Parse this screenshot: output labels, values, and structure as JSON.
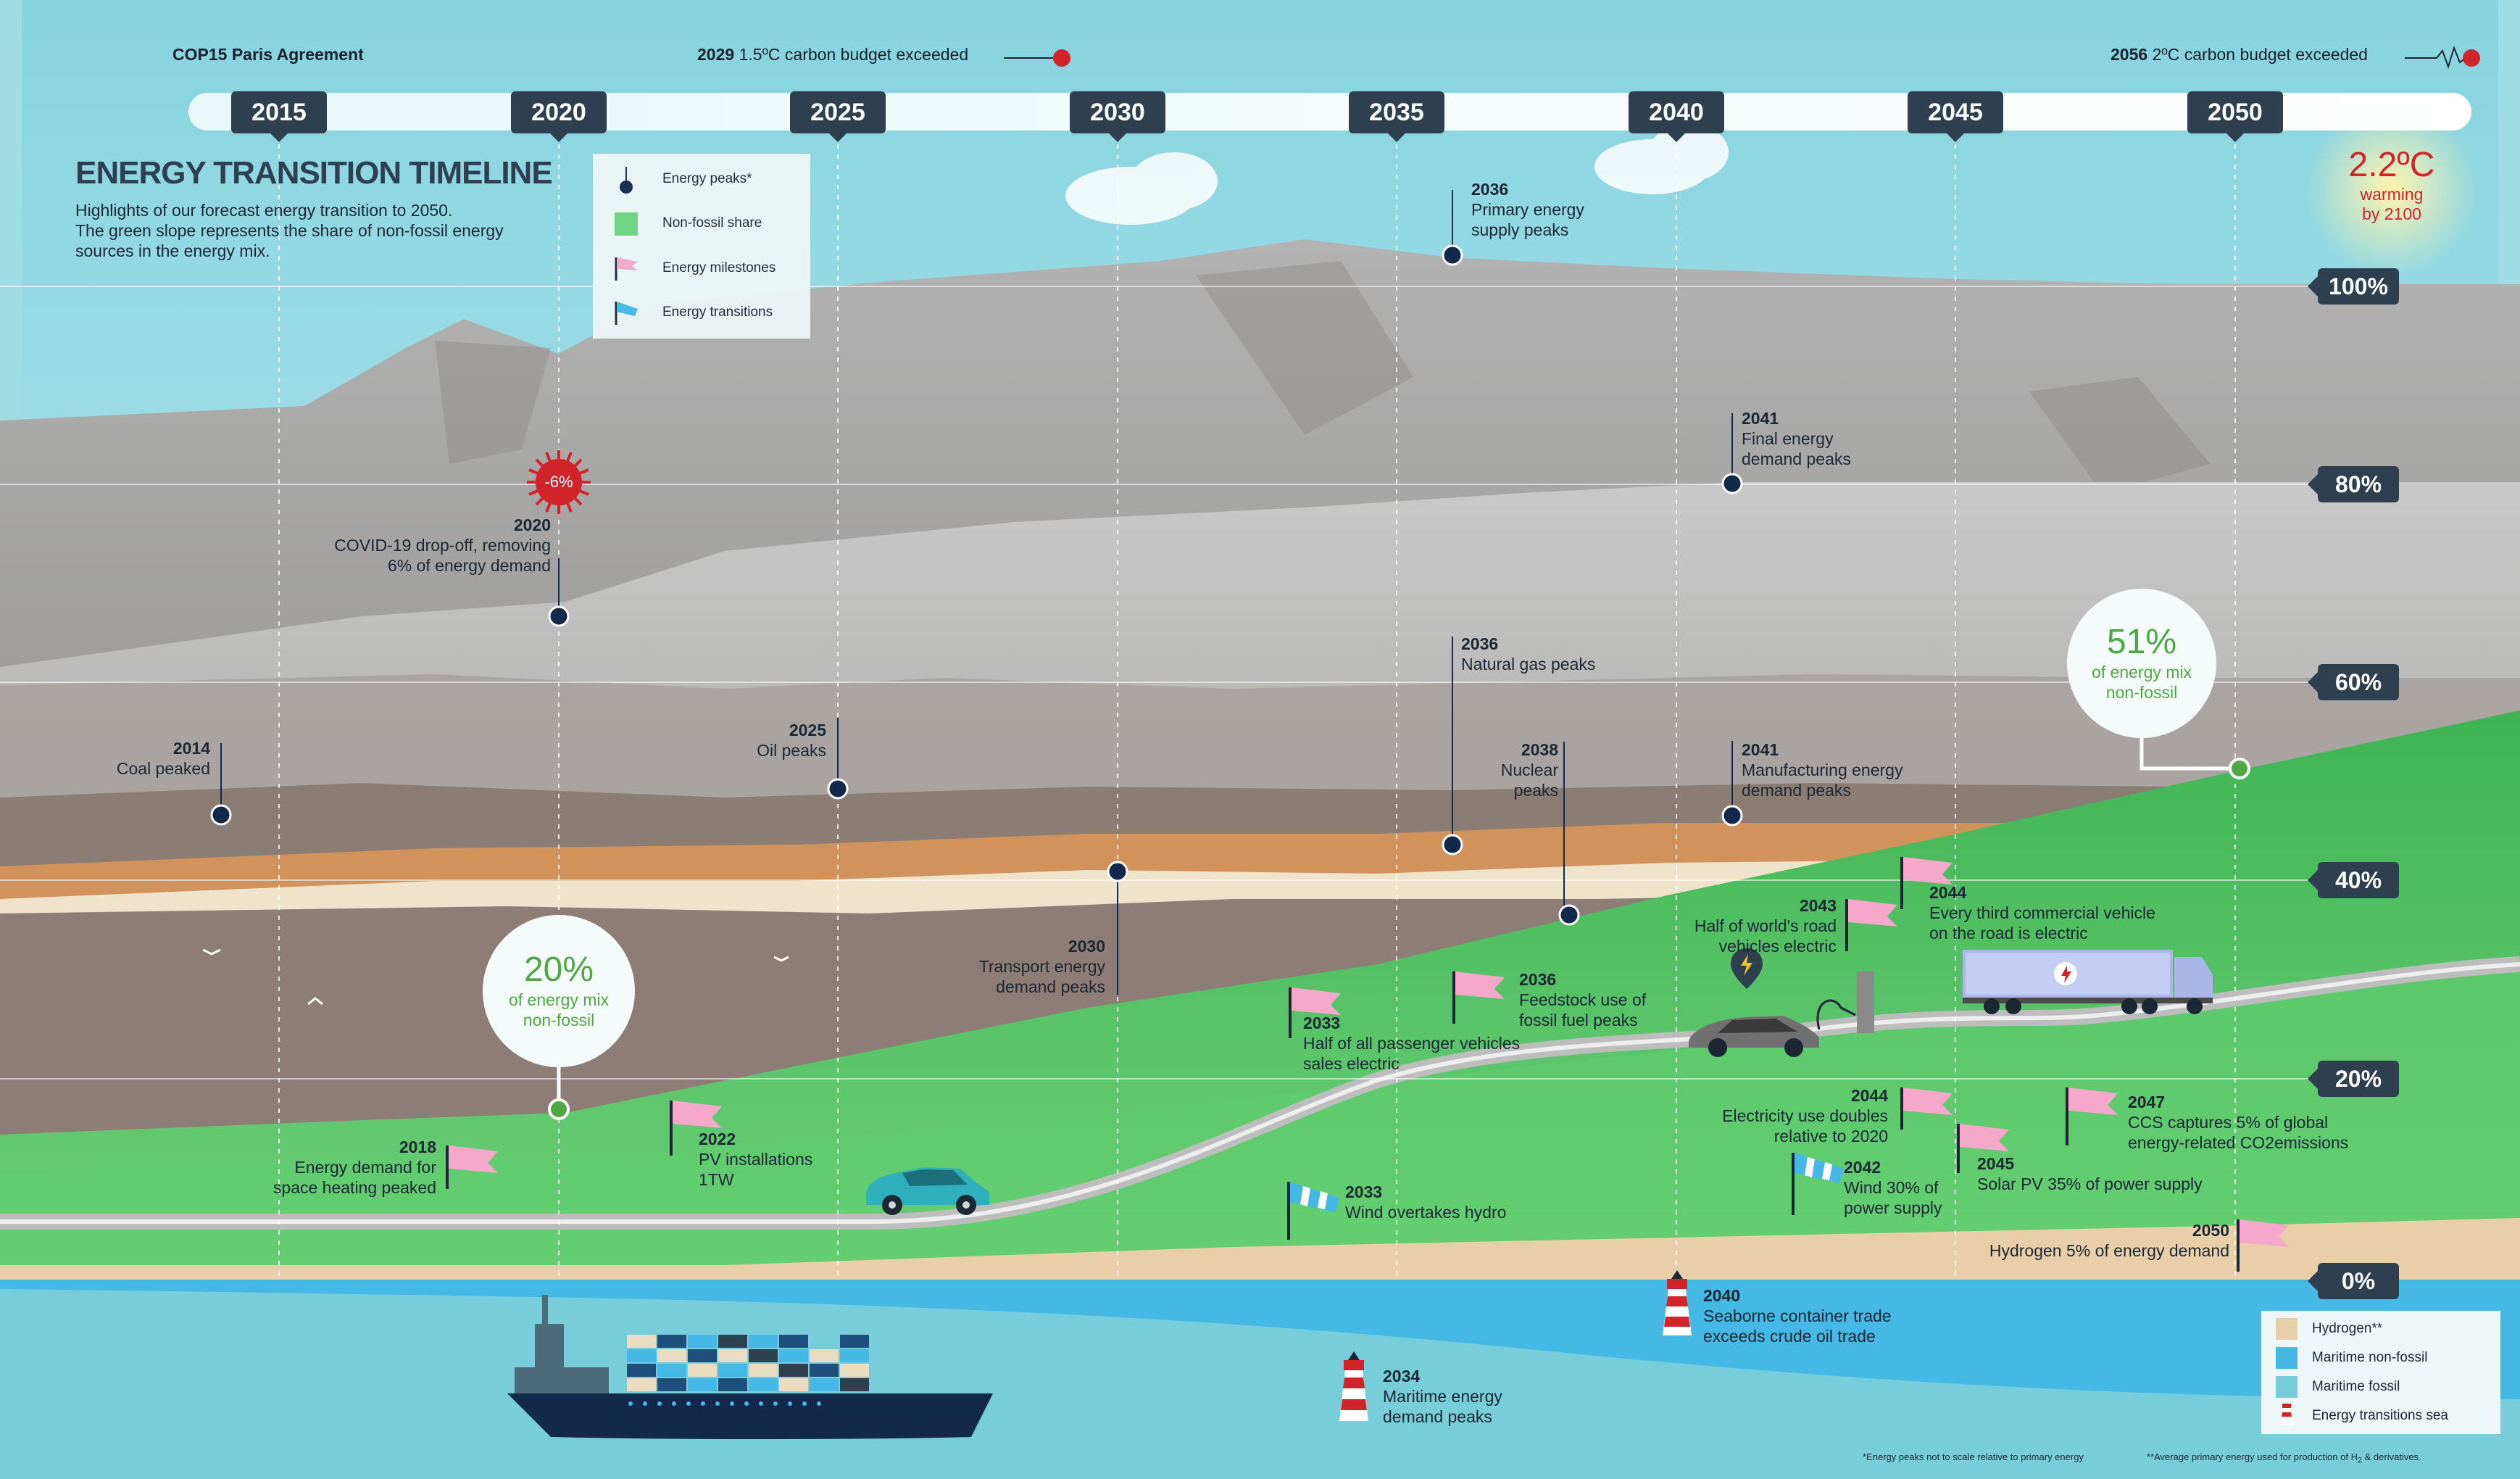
{
  "title": "ENERGY TRANSITION TIMELINE",
  "subtitle": [
    "Highlights of our forecast energy transition to 2050.",
    "The green slope represents the share of non-fossil energy",
    "sources in the energy mix."
  ],
  "colors": {
    "sky": "#9fdde4",
    "green": "#4fc463",
    "grey_dark": "#6f6d6b",
    "brown": "#8b7c74",
    "sand": "#e8cfaa",
    "sea": "#45b8e6",
    "sea_fossil": "#77cdd9",
    "tag": "#2e3f4f",
    "dot": "#13294b",
    "flag": "#f5a8c9",
    "warning_red": "#d1232a"
  },
  "top_notes": {
    "cop15": {
      "text": "COP15 Paris Agreement"
    },
    "c15": {
      "year": "2029",
      "text": "1.5ºC carbon budget exceeded"
    },
    "c2": {
      "year": "2056",
      "text": "2ºC carbon budget exceeded"
    }
  },
  "years": [
    "2015",
    "2020",
    "2025",
    "2030",
    "2035",
    "2040",
    "2045",
    "2050"
  ],
  "percent_scale": [
    "100%",
    "80%",
    "60%",
    "40%",
    "20%",
    "0%"
  ],
  "warming": {
    "value": "2.2ºC",
    "line1": "warming",
    "line2": "by 2100"
  },
  "legend": {
    "items": [
      {
        "label": "Energy peaks*",
        "icon": "peak-dot-icon"
      },
      {
        "label": "Non-fossil share",
        "icon": "green-swatch-icon"
      },
      {
        "label": "Energy milestones",
        "icon": "pink-flag-icon"
      },
      {
        "label": "Energy transitions",
        "icon": "windsock-icon"
      }
    ]
  },
  "legend_sea": {
    "items": [
      {
        "label": "Hydrogen**",
        "color": "#e8cfaa"
      },
      {
        "label": "Maritime non-fossil",
        "color": "#45b8e6"
      },
      {
        "label": "Maritime fossil",
        "color": "#77cdd9"
      },
      {
        "label": "Energy transitions sea",
        "icon": "lighthouse-icon"
      }
    ]
  },
  "bubbles": {
    "b2020": {
      "pct": "20%",
      "line1": "of energy mix",
      "line2": "non-fossil"
    },
    "b2050": {
      "pct": "51%",
      "line1": "of energy mix",
      "line2": "non-fossil"
    }
  },
  "covid_badge": "-6%",
  "peaks": [
    {
      "year": "2014",
      "lines": [
        "Coal peaked"
      ]
    },
    {
      "year": "2020",
      "lines": [
        "COVID-19 drop-off, removing",
        "6% of energy demand"
      ]
    },
    {
      "year": "2025",
      "lines": [
        "Oil peaks"
      ]
    },
    {
      "year": "2030",
      "lines": [
        "Transport energy",
        "demand peaks"
      ]
    },
    {
      "year": "2036",
      "lines": [
        "Primary energy",
        "supply peaks"
      ]
    },
    {
      "year": "2036",
      "lines": [
        "Natural gas peaks"
      ]
    },
    {
      "year": "2038",
      "lines": [
        "Nuclear",
        "peaks"
      ]
    },
    {
      "year": "2041",
      "lines": [
        "Final energy",
        "demand peaks"
      ]
    },
    {
      "year": "2041",
      "lines": [
        "Manufacturing energy",
        "demand peaks"
      ]
    }
  ],
  "milestones": [
    {
      "year": "2018",
      "lines": [
        "Energy demand for",
        "space heating peaked"
      ]
    },
    {
      "year": "2022",
      "lines": [
        "PV installations",
        "1TW"
      ]
    },
    {
      "year": "2033",
      "lines": [
        "Half of all passenger vehicles",
        "sales electric"
      ]
    },
    {
      "year": "2036",
      "lines": [
        "Feedstock use of",
        "fossil fuel peaks"
      ]
    },
    {
      "year": "2043",
      "lines": [
        "Half of world's road",
        "vehicles electric"
      ]
    },
    {
      "year": "2044",
      "lines": [
        "Every third commercial vehicle",
        "on the road is electric"
      ]
    },
    {
      "year": "2044",
      "lines": [
        "Electricity use doubles",
        "relative to 2020"
      ]
    },
    {
      "year": "2045",
      "lines": [
        "Solar PV 35% of power supply"
      ]
    },
    {
      "year": "2047",
      "lines": [
        "CCS captures 5% of global",
        "energy-related CO2emissions"
      ]
    },
    {
      "year": "2050",
      "lines": [
        "Hydrogen 5% of energy demand"
      ]
    }
  ],
  "transitions": [
    {
      "year": "2033",
      "lines": [
        "Wind overtakes hydro"
      ]
    },
    {
      "year": "2042",
      "lines": [
        "Wind 30% of",
        "power supply"
      ]
    }
  ],
  "sea_transitions": [
    {
      "year": "2034",
      "lines": [
        "Maritime energy",
        "demand peaks"
      ]
    },
    {
      "year": "2040",
      "lines": [
        "Seaborne container trade",
        "exceeds crude oil trade"
      ]
    }
  ],
  "footnotes": {
    "f1": "*Energy peaks not to scale relative to primary energy",
    "f2": "**Average primary energy used for production of H",
    "f2_sub": "2",
    "f2_end": " & derivatives."
  }
}
